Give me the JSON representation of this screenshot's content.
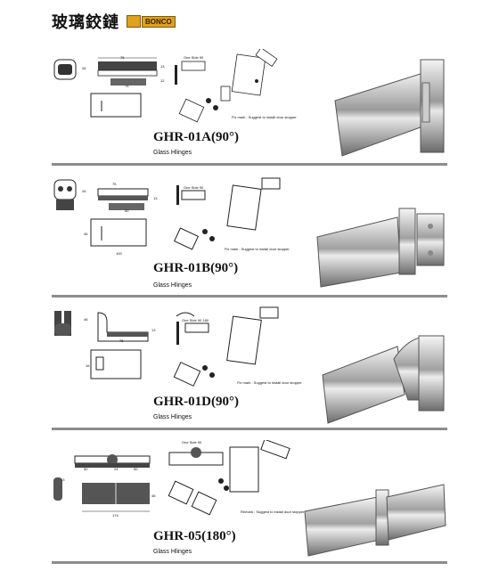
{
  "header": {
    "title": "玻璃鉸鏈",
    "brand": "BONCO"
  },
  "products": [
    {
      "model": "GHR-01A(90°)",
      "subtitle": "Glass Hlinges",
      "note": "Fix mark : Suggest to install door stopper",
      "label": "One Side 90",
      "dims": [
        "75",
        "26",
        "13",
        "75",
        "12"
      ]
    },
    {
      "model": "GHR-01B(90°)",
      "subtitle": "Glass Hlinges",
      "note": "Fix mark : Suggest to install door stopper",
      "label": "One Side 90",
      "dims": [
        "75",
        "26",
        "13",
        "50",
        "46",
        "100"
      ]
    },
    {
      "model": "GHR-01D(90°)",
      "subtitle": "Glass Hlinges",
      "note": "Fix mark : Suggest to install door stopper",
      "label": "One Side 90 180",
      "dims": [
        "13",
        "46",
        "75",
        "16"
      ]
    },
    {
      "model": "GHR-05(180°)",
      "subtitle": "Glass Hlinges",
      "note": "Remark : Suggest to install door stopper",
      "label": "One Side 90",
      "dims": [
        "50",
        "24",
        "50",
        "174",
        "46",
        "13"
      ]
    }
  ]
}
